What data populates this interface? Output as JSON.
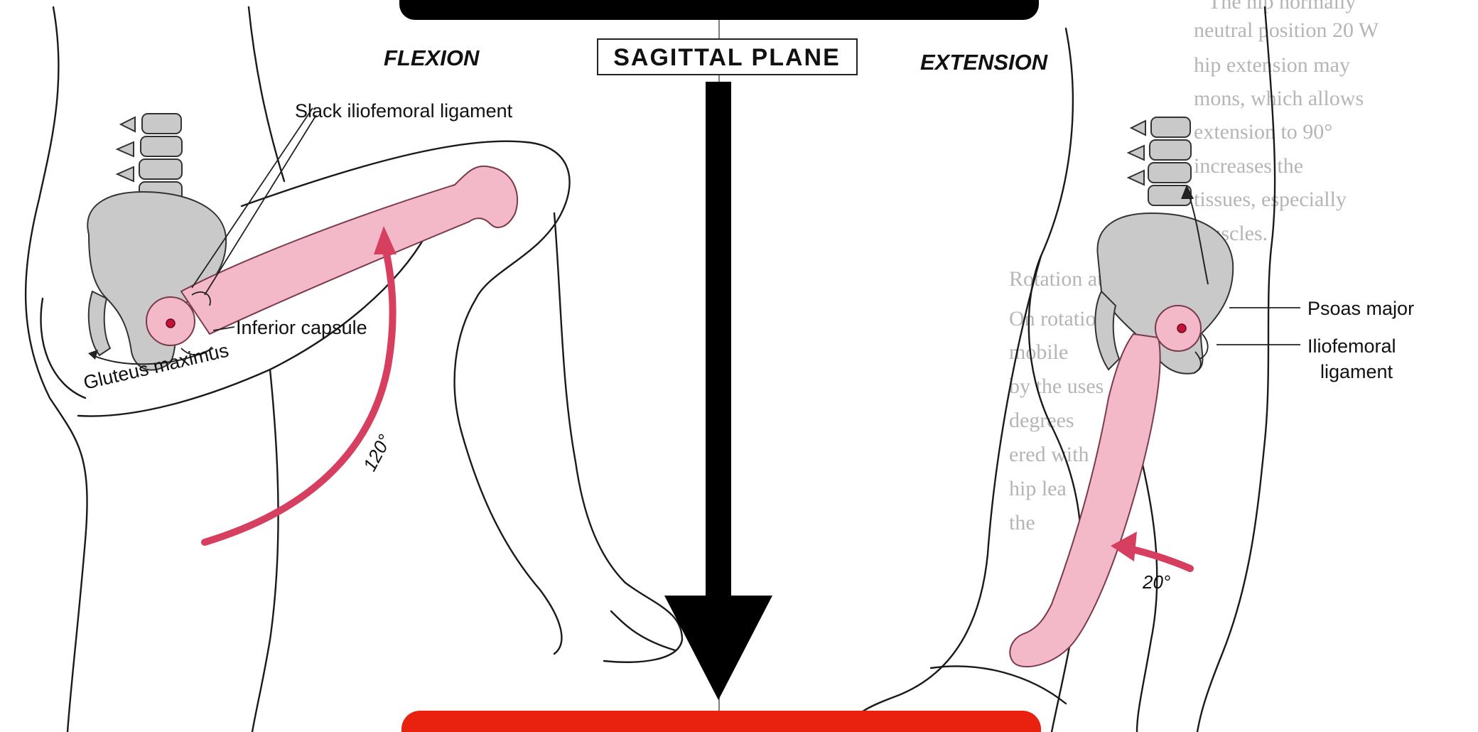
{
  "labels": {
    "sagittal_plane": "SAGITTAL PLANE",
    "flexion": "FLEXION",
    "extension": "EXTENSION",
    "slack_iliofemoral": "Slack iliofemoral ligament",
    "inferior_capsule": "Inferior capsule",
    "gluteus_maximus": "Gluteus maximus",
    "psoas_major": "Psoas major",
    "iliofemoral_ligament_line1": "Iliofemoral",
    "iliofemoral_ligament_line2": "ligament"
  },
  "angles": {
    "flexion": "120°",
    "extension": "20°"
  },
  "background_text": [
    "The hip normally",
    "neutral position 20 W",
    "hip extension may",
    "mons, which allows",
    "extension to 90°",
    "increases the",
    "tissues, especially",
    "muscles.",
    "Rotation at the",
    "On rotation",
    "mobile",
    "by the uses",
    "degrees",
    "ered with",
    "hip lea",
    "the"
  ],
  "colors": {
    "top_bar": "#000000",
    "bottom_bar": "#e8220f",
    "arrow": "#000000",
    "motion_arrow": "#d63f5f",
    "femur_fill": "#f3b9c9",
    "bone_fill": "#c9c9c9"
  }
}
